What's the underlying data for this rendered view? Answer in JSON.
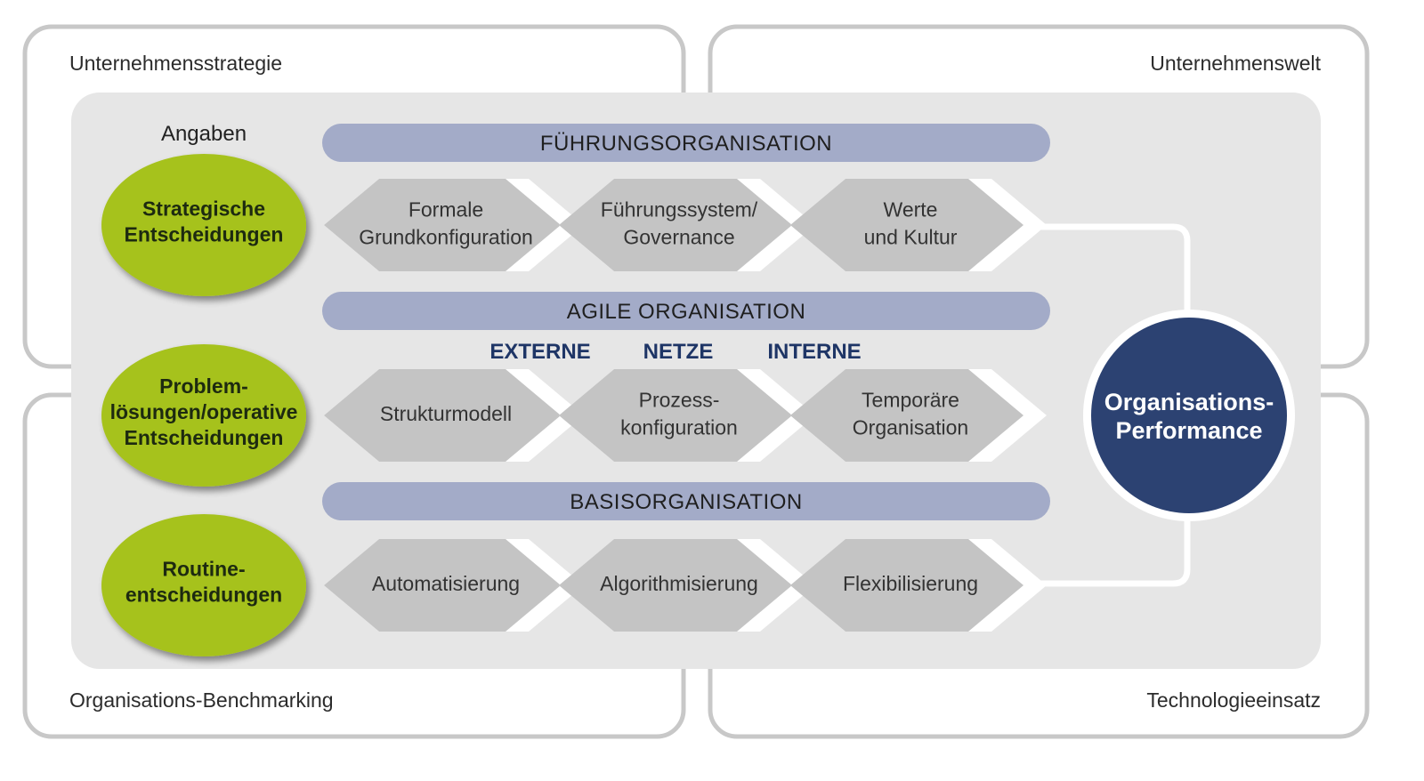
{
  "corners": {
    "top_left": "Unternehmensstrategie",
    "top_right": "Unternehmenswelt",
    "bottom_left": "Organisations-Benchmarking",
    "bottom_right": "Technologieeinsatz"
  },
  "angaben": "Angaben",
  "decisions": [
    {
      "lines": [
        "Strategische",
        "Entscheidungen"
      ]
    },
    {
      "lines": [
        "Problem-",
        "lösungen/operative",
        "Entscheidungen"
      ]
    },
    {
      "lines": [
        "Routine-",
        "entscheidungen"
      ]
    }
  ],
  "bars": [
    {
      "label": "FÜHRUNGSORGANISATION"
    },
    {
      "label": "AGILE ORGANISATION"
    },
    {
      "label": "BASISORGANISATION"
    }
  ],
  "agile_subheadings": [
    "EXTERNE",
    "NETZE",
    "INTERNE"
  ],
  "rows": [
    [
      {
        "lines": [
          "Formale",
          "Grundkonfiguration"
        ]
      },
      {
        "lines": [
          "Führungssystem/",
          "Governance"
        ]
      },
      {
        "lines": [
          "Werte",
          "und Kultur"
        ]
      }
    ],
    [
      {
        "lines": [
          "Strukturmodell"
        ]
      },
      {
        "lines": [
          "Prozess-",
          "konfiguration"
        ]
      },
      {
        "lines": [
          "Temporäre",
          "Organisation"
        ]
      }
    ],
    [
      {
        "lines": [
          "Automatisierung"
        ]
      },
      {
        "lines": [
          "Algorithmisierung"
        ]
      },
      {
        "lines": [
          "Flexibilisierung"
        ]
      }
    ]
  ],
  "performance": {
    "lines": [
      "Organisations-",
      "Performance"
    ]
  },
  "colors": {
    "frame": "#c8c8c8",
    "panel": "#e6e6e6",
    "bar": "#a3abc8",
    "hex": "#c4c4c4",
    "oval": "#a6c21c",
    "performance": "#2c4272",
    "subheading": "#1e3566"
  }
}
